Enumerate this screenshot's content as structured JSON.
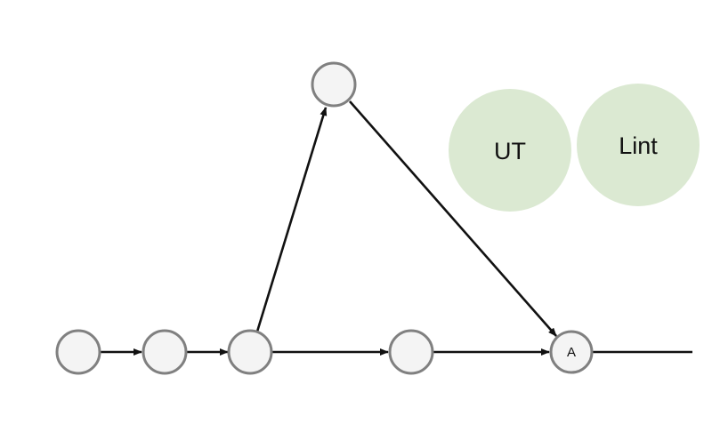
{
  "labels": {
    "ut": "UT",
    "lint": "Lint",
    "merge_commit": "A"
  },
  "colors": {
    "commit_fill": "#f4f4f4",
    "commit_stroke": "#808080",
    "job_fill": "#dbe9d2",
    "edge": "#111111",
    "background": "#ffffff"
  }
}
